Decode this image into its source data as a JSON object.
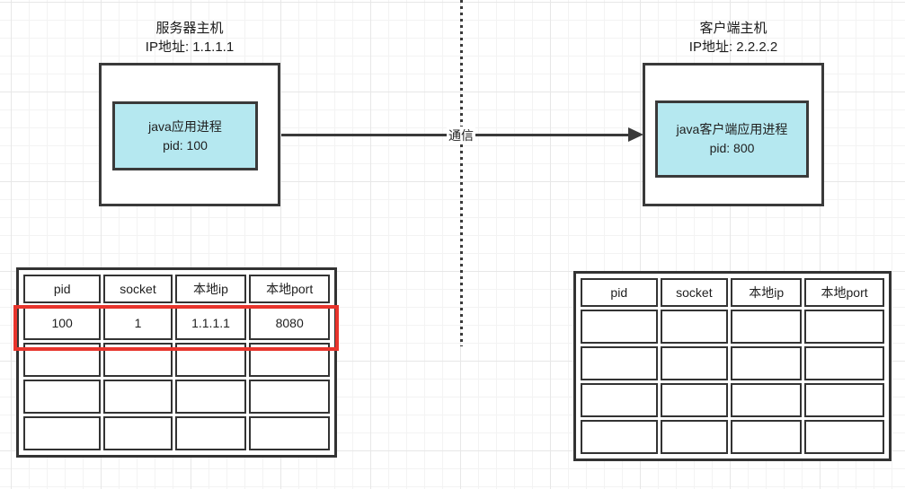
{
  "server_host": {
    "title": "服务器主机",
    "ip": "IP地址: 1.1.1.1",
    "process_line1": "java应用进程",
    "process_line2": "pid: 100"
  },
  "client_host": {
    "title": "客户端主机",
    "ip": "IP地址: 2.2.2.2",
    "process_line1": "java客户端应用进程",
    "process_line2": "pid: 800"
  },
  "connection": {
    "label": "通信"
  },
  "socket_tables": {
    "headers": [
      "pid",
      "socket",
      "本地ip",
      "本地port"
    ],
    "server_rows": [
      [
        "100",
        "1",
        "1.1.1.1",
        "8080"
      ],
      [
        "",
        "",
        "",
        ""
      ],
      [
        "",
        "",
        "",
        ""
      ],
      [
        "",
        "",
        "",
        ""
      ]
    ],
    "client_rows": [
      [
        "",
        "",
        "",
        ""
      ],
      [
        "",
        "",
        "",
        ""
      ],
      [
        "",
        "",
        "",
        ""
      ],
      [
        "",
        "",
        "",
        ""
      ]
    ],
    "highlighted_server_row_index": 0
  },
  "colors": {
    "process_box_fill": "#b5e8f0",
    "shape_border": "#3a3a3a",
    "table_border": "#333333",
    "highlight_red": "#e8342c"
  }
}
